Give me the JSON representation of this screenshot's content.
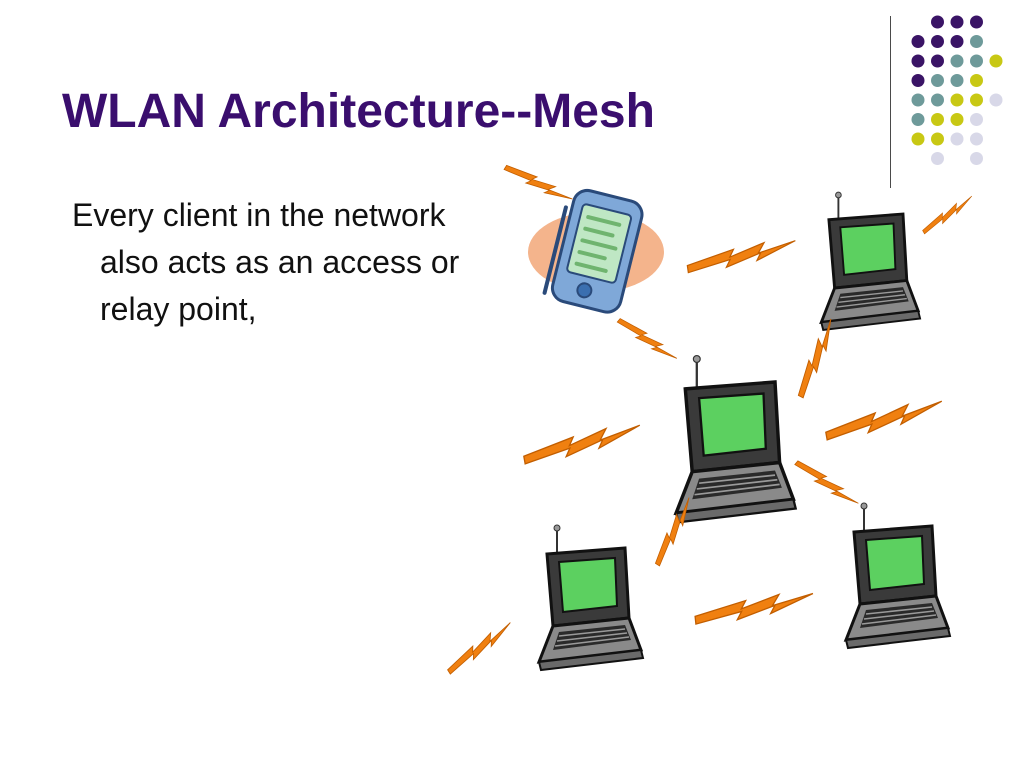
{
  "slide": {
    "title": "WLAN Architecture--Mesh",
    "body": "Every client in the network also acts as an access or relay point,"
  },
  "theme": {
    "title_color": "#3a0e6e",
    "dot_colors": {
      "purple": "#3a1466",
      "teal": "#6e9a9a",
      "olive": "#c8c814",
      "lavender": "#d8d8e8"
    },
    "signal_color": "#f08010",
    "screen_color": "#5cd060"
  },
  "illustration": {
    "devices": [
      {
        "kind": "pda",
        "icon": "pda-icon"
      },
      {
        "kind": "laptop",
        "icon": "laptop-icon"
      },
      {
        "kind": "laptop",
        "icon": "laptop-icon"
      },
      {
        "kind": "laptop",
        "icon": "laptop-icon"
      },
      {
        "kind": "laptop",
        "icon": "laptop-icon"
      }
    ],
    "signal_icon": "lightning-bolt-icon"
  }
}
